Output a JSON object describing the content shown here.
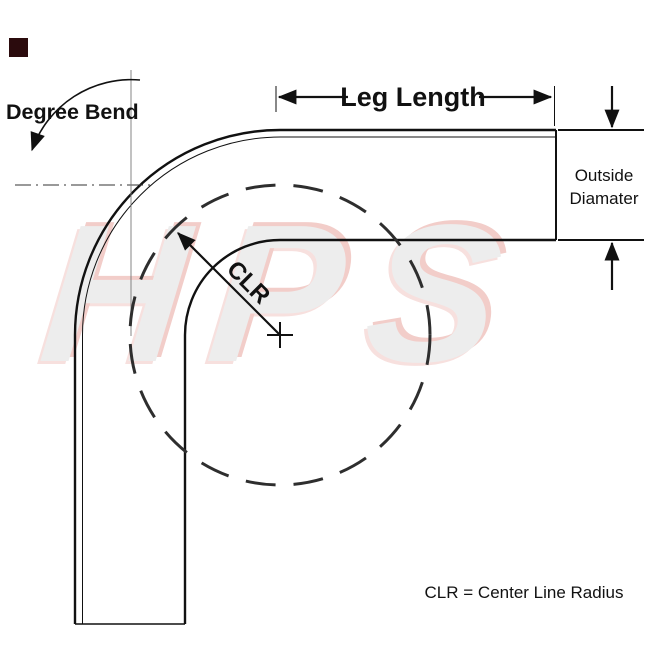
{
  "labels": {
    "degree_bend": "Degree Bend",
    "leg_length": "Leg Length",
    "outside_diameter_line1": "Outside",
    "outside_diameter_line2": "Diamater",
    "clr": "CLR",
    "clr_definition": "CLR = Center Line Radius"
  },
  "watermark": {
    "text": "HPS"
  },
  "colors": {
    "line": "#111111",
    "dashed_circle": "#2e2e2e",
    "watermark_gray": "#ededed",
    "watermark_red": "#f2cdc9",
    "corner_mark": "#2b0b0d",
    "background": "#ffffff"
  }
}
